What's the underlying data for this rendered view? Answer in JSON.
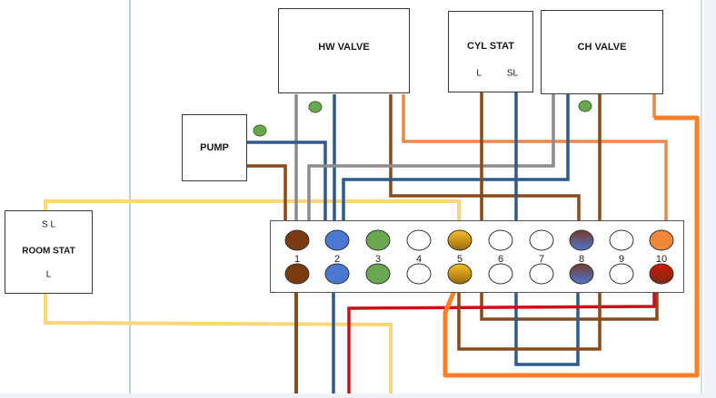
{
  "diagram": {
    "components": {
      "hw_valve": {
        "label": "HW VALVE"
      },
      "cyl_stat": {
        "label": "CYL STAT",
        "terminal_left": "L",
        "terminal_right": "SL"
      },
      "ch_valve": {
        "label": "CH VALVE"
      },
      "pump": {
        "label": "PUMP"
      },
      "room_stat": {
        "label": "ROOM STAT",
        "terminal_top": "S L",
        "terminal_bottom": "L"
      }
    },
    "terminal_block": {
      "terminals": [
        {
          "number": "1",
          "color": "brown"
        },
        {
          "number": "2",
          "color": "blue"
        },
        {
          "number": "3",
          "color": "green"
        },
        {
          "number": "4",
          "color": "empty"
        },
        {
          "number": "5",
          "color": "gold"
        },
        {
          "number": "6",
          "color": "empty"
        },
        {
          "number": "7",
          "color": "empty"
        },
        {
          "number": "8",
          "color": "brown-blue"
        },
        {
          "number": "9",
          "color": "empty"
        },
        {
          "number": "10",
          "color": "orange-red"
        }
      ]
    },
    "wire_colors": {
      "brown": "#8a4a1c",
      "blue": "#2e5a8c",
      "grey": "#8c8c8c",
      "orange": "#e8884a",
      "yellow": "#f8d67a",
      "red": "#c8101a",
      "earth_green": "#6aa84f",
      "highlight_orange": "#ff7f27"
    }
  }
}
